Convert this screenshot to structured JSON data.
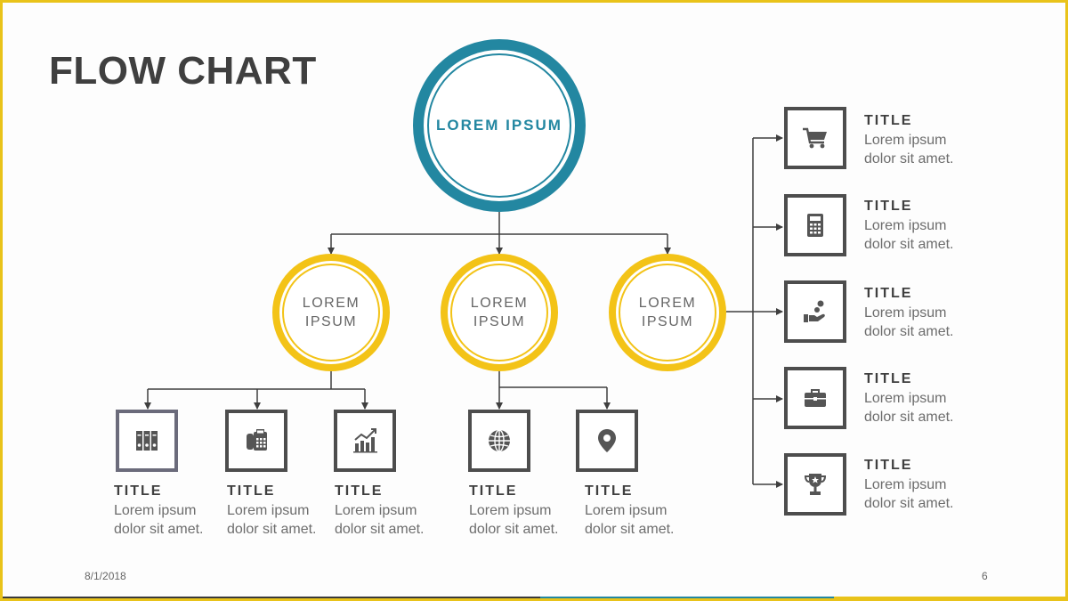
{
  "slide": {
    "title": "FLOW CHART",
    "date": "8/1/2018",
    "page_number": "6"
  },
  "colors": {
    "teal": "#2387a1",
    "yellow": "#f3c317",
    "dark": "#3f3f3f",
    "border": "#e9c31a"
  },
  "root": {
    "label": "LOREM IPSUM"
  },
  "level2": [
    {
      "label": "LOREM IPSUM"
    },
    {
      "label": "LOREM IPSUM"
    },
    {
      "label": "LOREM IPSUM"
    }
  ],
  "bottom_items": [
    {
      "icon": "binders-icon",
      "title": "TITLE",
      "line1": "Lorem ipsum",
      "line2": "dolor sit amet."
    },
    {
      "icon": "fax-phone-icon",
      "title": "TITLE",
      "line1": "Lorem ipsum",
      "line2": "dolor sit amet."
    },
    {
      "icon": "bar-chart-trend-icon",
      "title": "TITLE",
      "line1": "Lorem ipsum",
      "line2": "dolor sit amet."
    },
    {
      "icon": "globe-icon",
      "title": "TITLE",
      "line1": "Lorem ipsum",
      "line2": "dolor sit amet."
    },
    {
      "icon": "map-pin-icon",
      "title": "TITLE",
      "line1": "Lorem ipsum",
      "line2": "dolor sit amet."
    }
  ],
  "right_items": [
    {
      "icon": "shopping-cart-icon",
      "title": "TITLE",
      "line1": "Lorem ipsum",
      "line2": "dolor sit amet."
    },
    {
      "icon": "calculator-icon",
      "title": "TITLE",
      "line1": "Lorem ipsum",
      "line2": "dolor sit amet."
    },
    {
      "icon": "hand-coin-icon",
      "title": "TITLE",
      "line1": "Lorem ipsum",
      "line2": "dolor sit amet."
    },
    {
      "icon": "briefcase-icon",
      "title": "TITLE",
      "line1": "Lorem ipsum",
      "line2": "dolor sit amet."
    },
    {
      "icon": "trophy-icon",
      "title": "TITLE",
      "line1": "Lorem ipsum",
      "line2": "dolor sit amet."
    }
  ]
}
